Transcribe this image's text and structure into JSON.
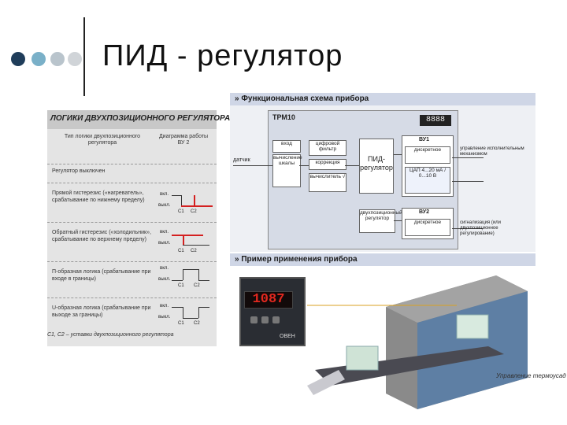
{
  "slide": {
    "title": "ПИД - регулятор",
    "accent_dots": [
      "#1f3d5a",
      "#7ab0c8",
      "#b9c4cc",
      "#d0d4d8"
    ]
  },
  "left_figure": {
    "heading": "ЛОГИКИ ДВУХПОЗИЦИОННОГО РЕГУЛЯТОРА",
    "col1": "Тип логики двухпозиционного регулятора",
    "col2": "Диаграмма работы ВУ 2",
    "rows": [
      {
        "text": "Регулятор выключен"
      },
      {
        "text": "Прямой гистерезис («нагреватель», срабатывание по нижнему пределу)"
      },
      {
        "text": "Обратный гистерезис («холодильник», срабатывание по верхнему пределу)"
      },
      {
        "text": "П-образная логика (срабатывание при входе в границы)"
      },
      {
        "text": "U-образная логика (срабатывание при выходе за границы)"
      }
    ],
    "on_label": "вкл.",
    "off_label": "выкл.",
    "c1": "C1",
    "c2": "C2",
    "caption": "С1, С2 – уставки двухпозиционного регулятора"
  },
  "functional": {
    "header": "Функциональная схема прибора",
    "device": "ТРМ10",
    "display": "8888",
    "sensor": "датчик",
    "blocks": {
      "input": "вход",
      "linearization": "вычисление шкалы",
      "digital_filter": "цифровой фильтр",
      "correction": "коррекция",
      "sqrt": "вычислитель √",
      "pid": "ПИД-регулятор",
      "twopos": "двухпозиционный регулятор",
      "vu1": "ВУ1",
      "vu2": "ВУ2",
      "discrete": "дискретное",
      "analog": "ЦАП 4...20 мА / 0...10 В"
    },
    "outputs": {
      "out1": "управление исполнительным механизмом",
      "out2": "сигнализация (или двухпозиционное регулирование)"
    }
  },
  "example": {
    "header": "Пример применения прибора",
    "unit_display": "1087",
    "unit_brand": "ОВЕН",
    "caption": "Управление термоусад"
  }
}
